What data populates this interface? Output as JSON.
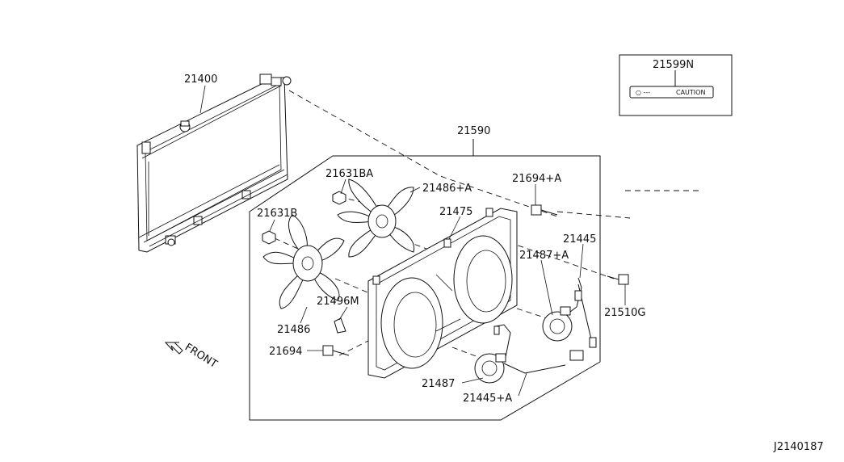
{
  "labels": {
    "radiator": "21400",
    "caution_label": "21599N",
    "shroud_assy": "21590",
    "nut_ba": "21631BA",
    "fan_a": "21486+A",
    "bolt_a": "21694+A",
    "shroud": "21475",
    "nut_b": "21631B",
    "harness_a": "21445",
    "motor_a": "21487+A",
    "clip": "21496M",
    "fan": "21486",
    "bolt": "21694",
    "motor": "21487",
    "harness": "21445+A",
    "bolt_g": "21510G"
  },
  "caution_text": "CAUTION",
  "caution_dashes": "○ ---",
  "front_text": "FRONT",
  "diagram_code": "J2140187",
  "colors": {
    "ink": "#111111",
    "background": "#ffffff"
  }
}
